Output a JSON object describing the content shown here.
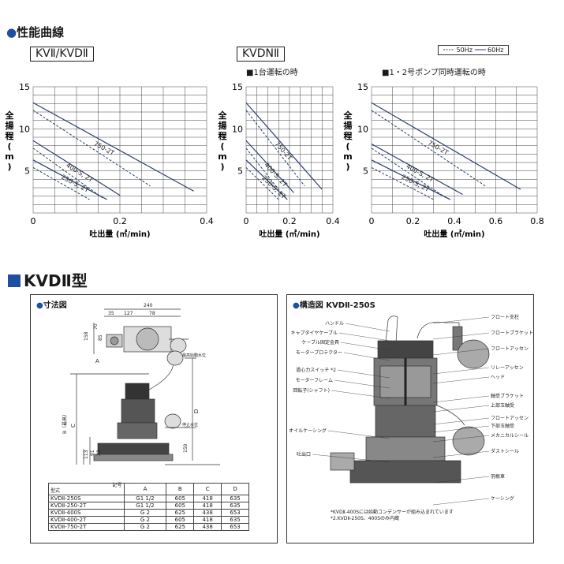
{
  "section_performance": {
    "bullet": "●",
    "title": "性能曲線"
  },
  "chart_labels": {
    "kv": "KVⅡ/KVDⅡ",
    "kvdn": "KVDNⅡ",
    "note1": "■1台運転の時",
    "note2": "■1・2号ポンプ同時運転の時"
  },
  "legend": {
    "hz50": "50Hz",
    "hz60": "60Hz"
  },
  "colors": {
    "accent": "#1e4fa0",
    "curve": "#2a3f6e"
  },
  "chart_data": [
    {
      "type": "line",
      "ylabel": "全揚程(m)",
      "xlabel": "吐出量 (㎥/min)",
      "xlim": [
        0,
        0.4
      ],
      "ylim": [
        0,
        15
      ],
      "xticks": [
        "0",
        "0.2",
        "0.4"
      ],
      "yticks": [
        "5",
        "10",
        "15"
      ],
      "series": [
        {
          "name": "750-2T",
          "x50": [
            0,
            0.27
          ],
          "y50": [
            12.2,
            3.2
          ],
          "x60": [
            0,
            0.37
          ],
          "y60": [
            13.1,
            2.6
          ]
        },
        {
          "name": "400-S, 2T",
          "x50": [
            0,
            0.16
          ],
          "y50": [
            7.7,
            1.8
          ],
          "x60": [
            0,
            0.2
          ],
          "y60": [
            8.6,
            2.1
          ]
        },
        {
          "name": "250-S, 2T",
          "x50": [
            0,
            0.13
          ],
          "y50": [
            5.4,
            1.6
          ],
          "x60": [
            0,
            0.17
          ],
          "y60": [
            6.3,
            1.6
          ]
        }
      ]
    },
    {
      "type": "line",
      "ylabel": "全揚程(m)",
      "xlabel": "吐出量 (㎥/min)",
      "xlim": [
        0,
        0.4
      ],
      "ylim": [
        0,
        15
      ],
      "xticks": [
        "0",
        "0.2",
        "0.4"
      ],
      "yticks": [
        "5",
        "10",
        "15"
      ],
      "series": [
        {
          "name": "750-2T",
          "x50": [
            0,
            0.27
          ],
          "y50": [
            12.2,
            3.2
          ],
          "x60": [
            0,
            0.35
          ],
          "y60": [
            13.1,
            2.8
          ]
        },
        {
          "name": "400-S, 2T",
          "x50": [
            0,
            0.18
          ],
          "y50": [
            7.7,
            1.8
          ],
          "x60": [
            0,
            0.22
          ],
          "y60": [
            8.6,
            2.4
          ]
        },
        {
          "name": "250-S, 2T",
          "x50": [
            0,
            0.15
          ],
          "y50": [
            5.4,
            1.6
          ],
          "x60": [
            0,
            0.19
          ],
          "y60": [
            6.3,
            1.6
          ]
        }
      ]
    },
    {
      "type": "line",
      "ylabel": "全揚程(m)",
      "xlabel": "吐出量 (㎥/min)",
      "xlim": [
        0,
        0.8
      ],
      "ylim": [
        0,
        15
      ],
      "xticks": [
        "0",
        "0.2",
        "0.4",
        "0.6",
        "0.8"
      ],
      "yticks": [
        "5",
        "10",
        "15"
      ],
      "series": [
        {
          "name": "750-2T",
          "x50": [
            0,
            0.55
          ],
          "y50": [
            12.2,
            3.2
          ],
          "x60": [
            0,
            0.72
          ],
          "y60": [
            13.1,
            2.8
          ]
        },
        {
          "name": "400-S, 2T",
          "x50": [
            0,
            0.36
          ],
          "y50": [
            7.7,
            1.8
          ],
          "x60": [
            0,
            0.44
          ],
          "y60": [
            8.2,
            2.2
          ]
        },
        {
          "name": "250-S, 2T",
          "x50": [
            0,
            0.3
          ],
          "y50": [
            5.4,
            1.6
          ],
          "x60": [
            0,
            0.38
          ],
          "y60": [
            6.3,
            1.6
          ]
        }
      ]
    }
  ],
  "section_model": {
    "title": "KVDⅡ型"
  },
  "dim_panel": {
    "title": "寸法図",
    "dims": {
      "w240": "240",
      "d35": "35",
      "d127": "127",
      "d78": "78",
      "d158": "158",
      "d70": "70",
      "d85": "85",
      "d113": "113",
      "d91": "91",
      "d23": "23",
      "d150": "150",
      "A": "A",
      "B": "B（最高）",
      "C": "C",
      "D": "D"
    },
    "labels": {
      "maxlevel": "最高始動水位",
      "stoplevel": "停止水位"
    }
  },
  "spec_table": {
    "header_top": "記号",
    "header_model": "型式",
    "columns": [
      "A",
      "B",
      "C",
      "D"
    ],
    "rows": [
      [
        "KVDⅡ-250S",
        "G1 1/2",
        "605",
        "418",
        "635"
      ],
      [
        "KVDⅡ-250-2T",
        "G1 1/2",
        "605",
        "418",
        "635"
      ],
      [
        "KVDⅡ-400S",
        "G 2",
        "625",
        "438",
        "653"
      ],
      [
        "KVDⅡ-400-2T",
        "G 2",
        "605",
        "418",
        "635"
      ],
      [
        "KVDⅡ-750-2T",
        "G 2",
        "625",
        "438",
        "653"
      ]
    ]
  },
  "struct_panel": {
    "title": "構造図 KVDⅡ-250S",
    "left_labels": [
      "ハンドル",
      "キャプタイヤケーブル",
      "ケーブル固定金具",
      "モータープロテクター",
      "過心力スイッチ *2",
      "モーターフレーム",
      "回転子(シャフト)",
      "オイルケーシング",
      "吐出口"
    ],
    "right_labels": [
      "フロート支柱",
      "フロートブラケット",
      "フロートアッセン",
      "リレーアッセン",
      "ヘッド",
      "軸受ブラケット",
      "上部玉軸受",
      "フロートアッセン",
      "下部玉軸受",
      "メカニカルシール",
      "ダストシール",
      "羽根車",
      "ケーシング"
    ],
    "notes": [
      "*KVDⅡ-400Sには始動コンデンサーが組み込まれています",
      "*2.KVDⅡ-250S、400Sのみ内蔵"
    ]
  }
}
